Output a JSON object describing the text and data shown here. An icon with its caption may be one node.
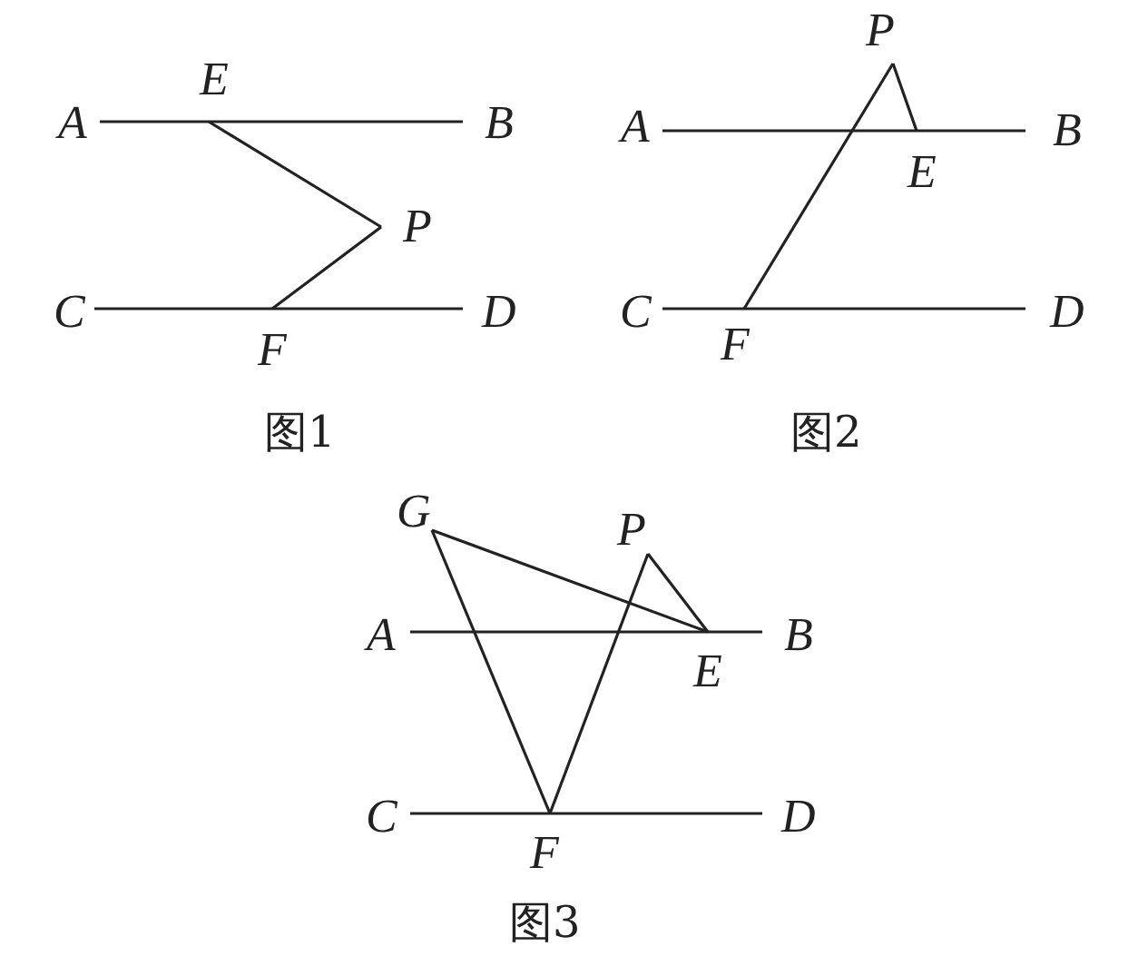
{
  "diagram": {
    "nodes": [
      {
        "text": [
          "A"
        ]
      },
      {
        "text": [
          "E"
        ]
      },
      {
        "text": [
          "B"
        ]
      },
      {
        "text": [
          "P"
        ]
      },
      {
        "text": [
          "C"
        ]
      },
      {
        "text": [
          "F"
        ]
      },
      {
        "text": [
          "D"
        ]
      },
      {
        "text": [
          "P"
        ]
      },
      {
        "text": [
          "A"
        ]
      },
      {
        "text": [
          "E"
        ]
      },
      {
        "text": [
          "B"
        ]
      },
      {
        "text": [
          "C"
        ]
      },
      {
        "text": [
          "F"
        ]
      },
      {
        "text": [
          "D"
        ]
      },
      {
        "text": [
          "G"
        ]
      },
      {
        "text": [
          "P"
        ]
      },
      {
        "text": [
          "A"
        ]
      },
      {
        "text": [
          "E"
        ]
      },
      {
        "text": [
          "B"
        ]
      },
      {
        "text": [
          "C"
        ]
      },
      {
        "text": [
          "F"
        ]
      },
      {
        "text": [
          "D"
        ]
      }
    ],
    "edges": [
      {
        "from": 0,
        "to": 2,
        "arrow": "none"
      },
      {
        "from": 4,
        "to": 6,
        "arrow": "none"
      },
      {
        "from": 1,
        "to": 3,
        "arrow": "none"
      },
      {
        "from": 3,
        "to": 5,
        "arrow": "none"
      },
      {
        "from": 8,
        "to": 10,
        "arrow": "none"
      },
      {
        "from": 11,
        "to": 13,
        "arrow": "none"
      },
      {
        "from": 12,
        "to": 7,
        "arrow": "none"
      },
      {
        "from": 7,
        "to": 9,
        "arrow": "none"
      },
      {
        "from": 14,
        "to": 17,
        "arrow": "none"
      },
      {
        "from": 14,
        "to": 20,
        "arrow": "none"
      },
      {
        "from": 20,
        "to": 15,
        "arrow": "none"
      },
      {
        "from": 15,
        "to": 17,
        "arrow": "none"
      },
      {
        "from": 16,
        "to": 18,
        "arrow": "none"
      },
      {
        "from": 19,
        "to": 21,
        "arrow": "none"
      }
    ],
    "labels": [
      "图1",
      "图2",
      "图3"
    ]
  }
}
